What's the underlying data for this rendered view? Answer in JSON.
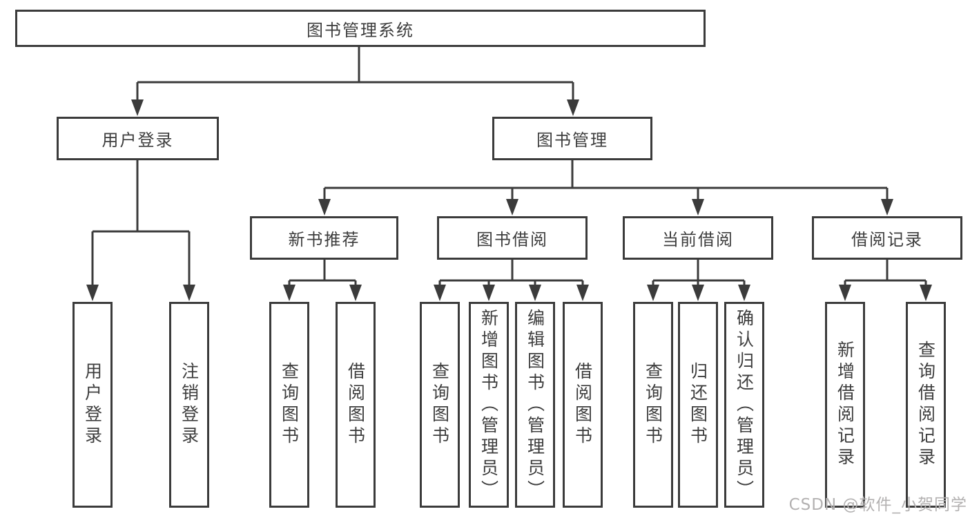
{
  "diagram": {
    "title_node": {
      "label": "图书管理系统"
    },
    "branches": [
      {
        "label": "用户登录",
        "children": [
          {
            "label": "用户登录"
          },
          {
            "label": "注销登录"
          }
        ]
      },
      {
        "label": "图书管理",
        "sections": [
          {
            "label": "新书推荐",
            "children": [
              {
                "label": "查询图书"
              },
              {
                "label": "借阅图书"
              }
            ]
          },
          {
            "label": "图书借阅",
            "children": [
              {
                "label": "查询图书"
              },
              {
                "label": "新增图书（管理员）"
              },
              {
                "label": "编辑图书（管理员）"
              },
              {
                "label": "借阅图书"
              }
            ]
          },
          {
            "label": "当前借阅",
            "children": [
              {
                "label": "查询图书"
              },
              {
                "label": "归还图书"
              },
              {
                "label": "确认归还（管理员）"
              }
            ]
          },
          {
            "label": "借阅记录",
            "children": [
              {
                "label": "新增借阅记录"
              },
              {
                "label": "查询借阅记录"
              }
            ]
          }
        ]
      }
    ]
  },
  "watermark": {
    "text": "CSDN @软件_小贺同学"
  },
  "colors": {
    "line": "#3b3b3b",
    "text": "#3d3d3d",
    "background": "#ffffff",
    "watermark": "#b3b1b1"
  }
}
